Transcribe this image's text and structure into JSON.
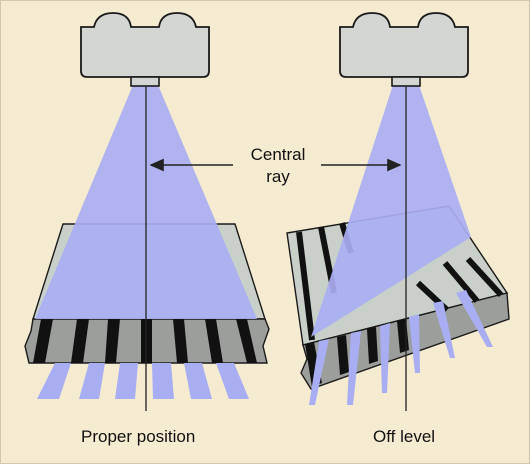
{
  "panels": [
    {
      "id": "proper",
      "caption": "Proper position"
    },
    {
      "id": "off",
      "caption": "Off level"
    }
  ],
  "callout": {
    "line1": "Central",
    "line2": "ray"
  },
  "colors": {
    "background": "#f4ebd0",
    "beam": "#a9aef2",
    "tube": "#d3d6d2",
    "grid_top": "#c9d0ca",
    "grid_edge": "#9c9e9c",
    "lead_strip": "#111111",
    "line": "#222222"
  }
}
